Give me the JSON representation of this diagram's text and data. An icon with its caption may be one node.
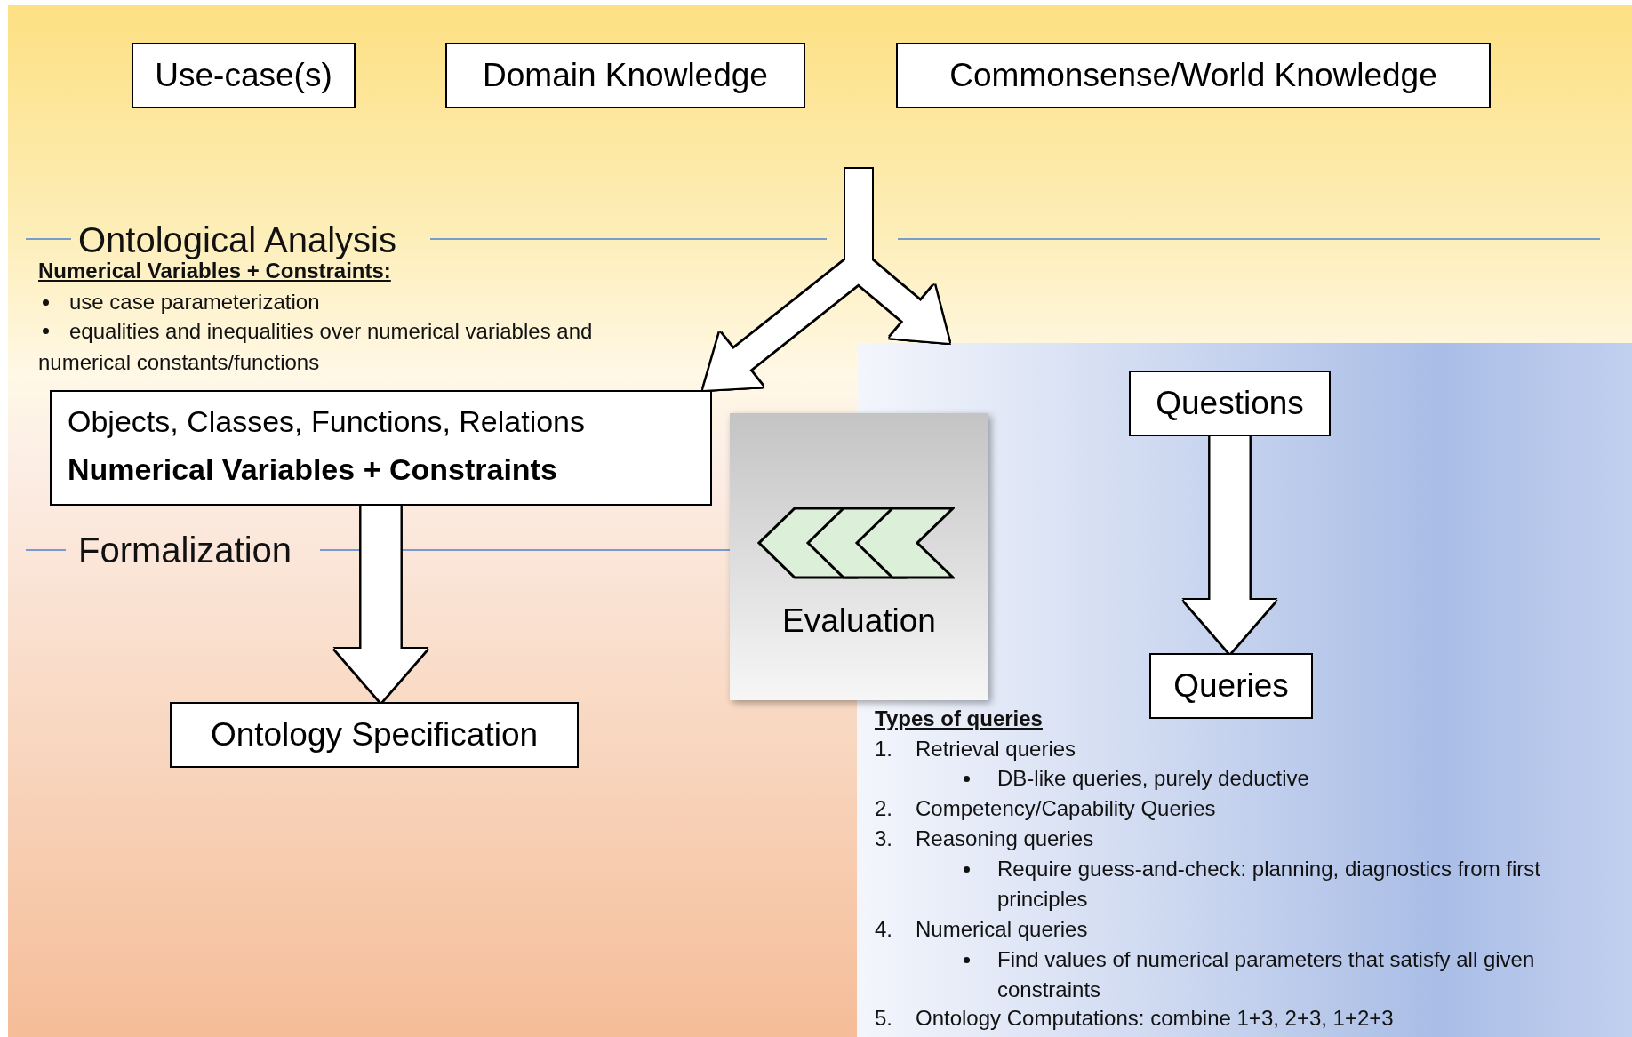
{
  "diagram": {
    "nodes": [
      {
        "text": [
          "Use-case(s)"
        ]
      },
      {
        "text": [
          "Domain Knowledge"
        ]
      },
      {
        "text": [
          "Commonsense/World Knowledge"
        ]
      },
      {
        "text": [
          "Objects, Classes, Functions, Relations",
          "Numerical Variables + Constraints"
        ]
      },
      {
        "text": [
          "Ontology Specification"
        ]
      },
      {
        "text": [
          "Evaluation"
        ]
      },
      {
        "text": [],
        "shape": "box"
      },
      {
        "text": [
          "Questions"
        ],
        "in": 6
      },
      {
        "text": [
          "Queries"
        ],
        "in": 6
      }
    ],
    "edges": [
      {
        "from": null,
        "to": 3,
        "arrow": "to"
      },
      {
        "from": null,
        "to": 6,
        "arrow": "to"
      },
      {
        "from": 3,
        "to": 4,
        "arrow": "to"
      },
      {
        "from": 7,
        "to": 8,
        "arrow": "to"
      }
    ],
    "labels": [
      "Ontological Analysis",
      "Numerical Variables + Constraints:",
      "use case parameterization",
      "equalities and inequalities over numerical variables and numerical constants/functions",
      "Formalization",
      "Types of queries",
      "1.",
      "Retrieval queries",
      "DB-like queries, purely deductive",
      "2.",
      "Competency/Capability Queries",
      "3.",
      "Reasoning queries",
      "Require guess-and-check: planning, diagnostics from first principles",
      "4.",
      "Numerical queries",
      "Find values of numerical parameters that satisfy all given constraints",
      "5.",
      "Ontology Computations: combine 1+3, 2+3, 1+2+3"
    ]
  }
}
